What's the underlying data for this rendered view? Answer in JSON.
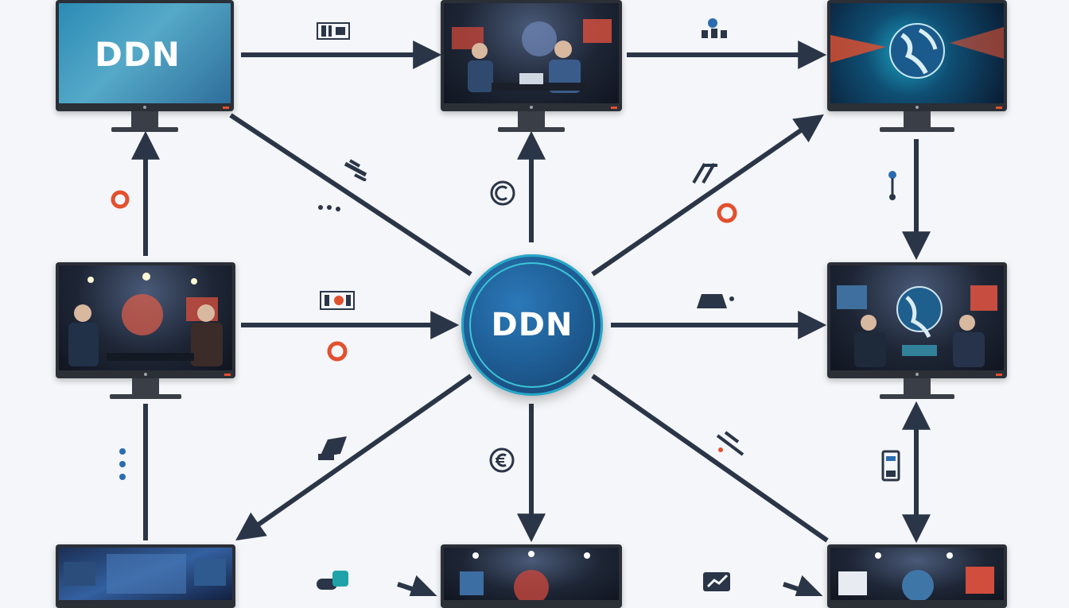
{
  "hub": {
    "label": "DDN"
  },
  "monitor_logo": {
    "label": "DDN"
  },
  "colors": {
    "arrow": "#2a3547",
    "accent_red": "#e2502e",
    "accent_blue": "#2a6cb0",
    "hub_teal": "#25a8c9"
  },
  "monitors": [
    {
      "id": "top-left",
      "scene": "ddn-logo-screen"
    },
    {
      "id": "top-center",
      "scene": "studio-workers"
    },
    {
      "id": "top-right",
      "scene": "globe-screen"
    },
    {
      "id": "mid-left",
      "scene": "studio-meeting"
    },
    {
      "id": "mid-right",
      "scene": "control-room-globe"
    },
    {
      "id": "bottom-left",
      "scene": "stage-blue"
    },
    {
      "id": "bottom-center",
      "scene": "stage-lights"
    },
    {
      "id": "bottom-right",
      "scene": "studio-set"
    }
  ],
  "icons": [
    "server-icon",
    "people-icon",
    "dots-icon",
    "slash-icon",
    "copyright-icon",
    "pencil-icon",
    "red-circle-icon",
    "pin-icon",
    "tape-icon",
    "camera-icon",
    "film-icon",
    "euro-icon",
    "tools-icon",
    "battery-icon",
    "chart-icon",
    "toggle-icon"
  ]
}
